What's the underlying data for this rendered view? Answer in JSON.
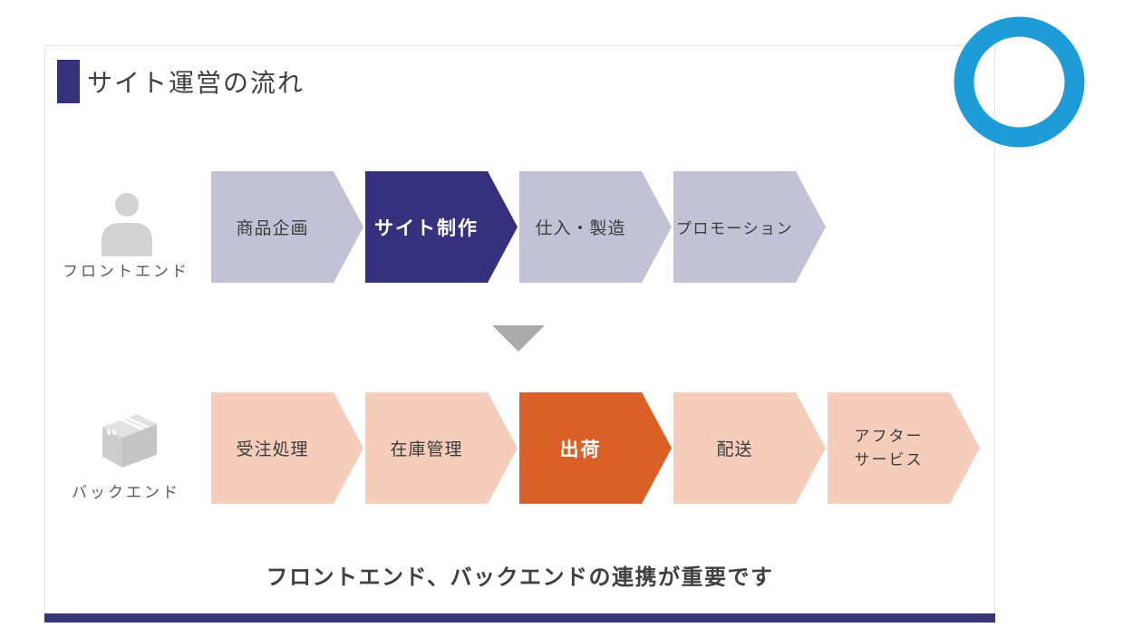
{
  "slide": {
    "title": "サイト運営の流れ",
    "caption": "フロントエンド、バックエンドの連携が重要です"
  },
  "frontend_row": {
    "label": "フロントエンド",
    "icon": "person-icon",
    "steps": [
      {
        "label": "商品企画",
        "highlighted": false
      },
      {
        "label": "サイト制作",
        "highlighted": true
      },
      {
        "label": "仕入・製造",
        "highlighted": false
      },
      {
        "label": "プロモーション",
        "highlighted": false
      }
    ]
  },
  "backend_row": {
    "label": "バックエンド",
    "icon": "package-box-icon",
    "steps": [
      {
        "label": "受注処理",
        "highlighted": false
      },
      {
        "label": "在庫管理",
        "highlighted": false
      },
      {
        "label": "出荷",
        "highlighted": true
      },
      {
        "label": "配送",
        "highlighted": false
      },
      {
        "label": "アフターサービス",
        "highlighted": false
      }
    ]
  },
  "colors": {
    "accent_navy": "#35317c",
    "lavender": "#c3c1d6",
    "peach": "#f5cdba",
    "orange": "#db6028",
    "bar_navy": "#3a3577",
    "ring_blue": "#1e9cd7",
    "triangle_gray": "#ababab",
    "icon_gray": "#d2d2d2"
  }
}
